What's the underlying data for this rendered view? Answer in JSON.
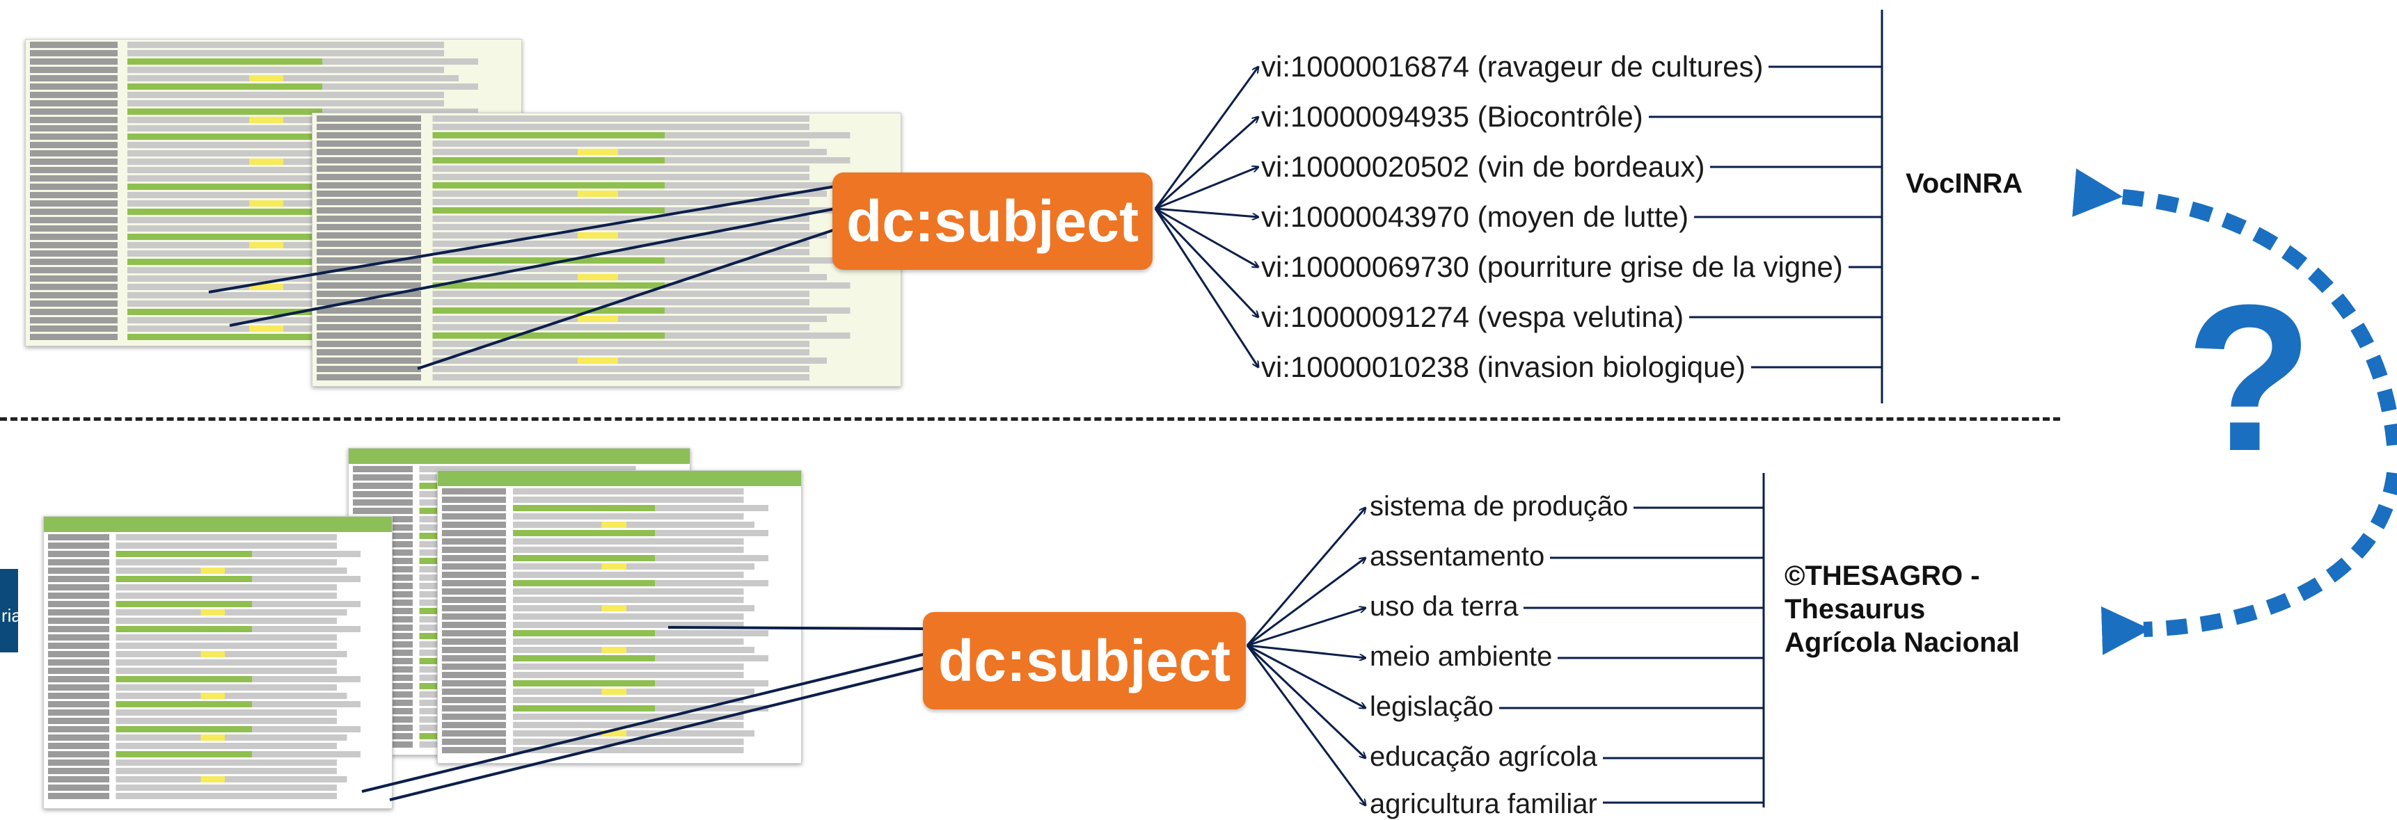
{
  "top": {
    "predicate": "dc:subject",
    "vocabulary": "VocINRA",
    "terms": [
      "vi:10000016874 (ravageur de cultures)",
      "vi:10000094935 (Biocontrôle)",
      "vi:10000020502 (vin de bordeaux)",
      "vi:10000043970 (moyen de lutte)",
      "vi:10000069730 (pourriture grise de la vigne)",
      "vi:10000091274 (vespa velutina)",
      "vi:10000010238 (invasion biologique)"
    ]
  },
  "bottom": {
    "predicate": "dc:subject",
    "vocabulary_lines": [
      "©THESAGRO -",
      "Thesaurus",
      "Agrícola Nacional"
    ],
    "terms": [
      "sistema de produção",
      "assentamento",
      "uso da terra",
      "meio ambiente",
      "legislação",
      "educação agrícola",
      "agricultura familiar"
    ],
    "edge_fragment": "ria"
  },
  "question_mark": "?",
  "colors": {
    "pill": "#ee7523",
    "arrow_blue": "#1a6fc0",
    "line_navy": "#0b1f4a",
    "doc_green": "#8cbf58",
    "highlight": "#f7ea5b"
  }
}
